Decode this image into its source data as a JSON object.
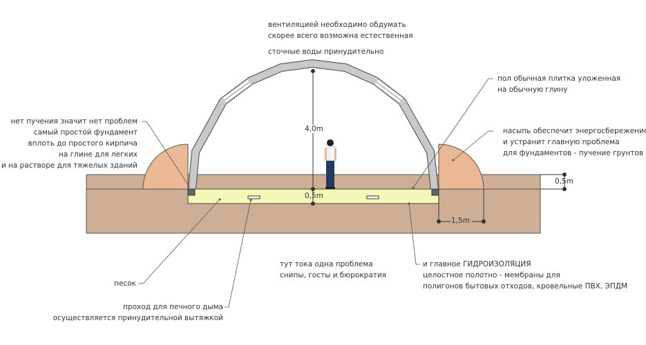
{
  "notes": {
    "ventilation": [
      "вентиляцией необходимо обдумать",
      "скорее всего возможна естественная"
    ],
    "sewage": "сточные воды принудительно",
    "foundation": [
      "нет пучения значит нет проблем",
      "самый простой фундамент",
      "вплоть до простого кирпича",
      "на глине для легких",
      "и на растворе для тяжелых зданий"
    ],
    "floor": [
      "пол обычная плитка уложенная",
      "на обычную глину"
    ],
    "embankment": [
      "насыпь обеспечит энергосбережение",
      "и устранит главную проблема",
      "для фундаментов - пучение грунтов"
    ],
    "sand": "песок",
    "smoke": [
      "проход для печного дыма",
      "осуществляется принудительной вытяжкой"
    ],
    "bureaucracy": [
      "тут тока одна проблема",
      "снипы, госты и бюрократия"
    ],
    "waterproofing": [
      "и главное ГИДРОИЗОЛЯЦИЯ",
      "целостное полотно -  мембраны для",
      "полигонов бытовых отходов, кровельные ПВХ, ЭПДМ"
    ]
  },
  "dimensions": {
    "height": "4,0m",
    "slab": "0,5m",
    "embankment_height": "0,5m",
    "embankment_width": "1,5m"
  },
  "colors": {
    "earth": "#cfae96",
    "mound": "#ebb896",
    "slab": "#f3f8b6",
    "arch": "#c9c9c9"
  }
}
